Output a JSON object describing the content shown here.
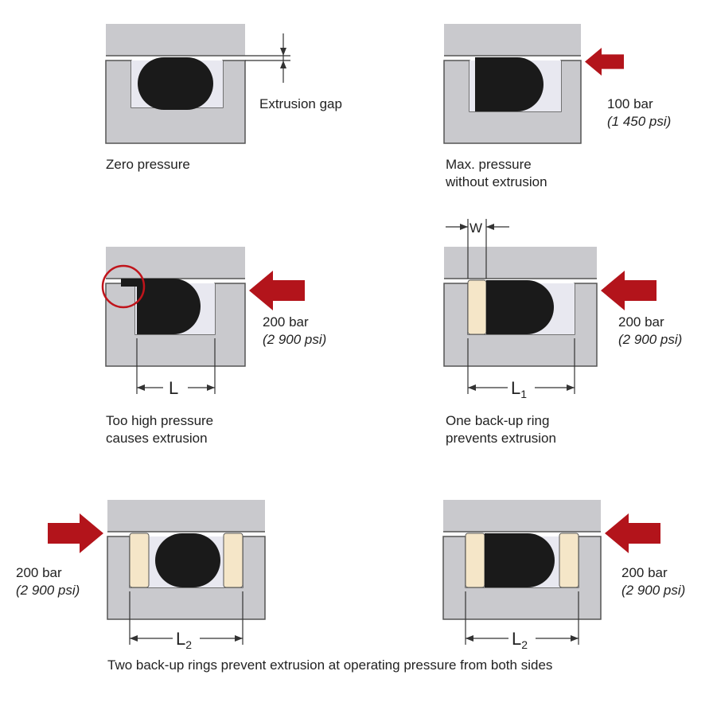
{
  "colors": {
    "housing": "#c9c9cd",
    "housing_edge": "#555555",
    "groove": "#e8e8f0",
    "oring": "#1a1a1a",
    "backup_ring": "#f5e6c8",
    "arrow": "#b3141b",
    "highlight_circle": "#c0141b"
  },
  "icons": {
    "pressure_arrow": "arrow-left-icon",
    "extrusion_highlight": "circle-highlight-icon"
  },
  "panels": {
    "p1": {
      "caption_lines": [
        "Zero pressure"
      ],
      "gap_label": "Extrusion gap"
    },
    "p2": {
      "caption_lines": [
        "Max. pressure",
        "without extrusion"
      ],
      "pressure": "100 bar",
      "pressure_psi": "(1 450 psi)"
    },
    "p3": {
      "caption_lines": [
        "Too high pressure",
        "causes extrusion"
      ],
      "pressure": "200 bar",
      "pressure_psi": "(2 900 psi)",
      "dim_label": "L"
    },
    "p4": {
      "caption_lines": [
        "One back-up ring",
        "prevents extrusion"
      ],
      "pressure": "200 bar",
      "pressure_psi": "(2 900 psi)",
      "dim_label": "L",
      "dim_sub": "1",
      "width_label": "W"
    },
    "p5": {
      "pressure": "200 bar",
      "pressure_psi": "(2 900 psi)",
      "dim_label": "L",
      "dim_sub": "2"
    },
    "p6": {
      "pressure": "200 bar",
      "pressure_psi": "(2 900 psi)",
      "dim_label": "L",
      "dim_sub": "2"
    }
  },
  "bottom_caption": "Two back-up rings prevent extrusion at operating pressure from both sides"
}
